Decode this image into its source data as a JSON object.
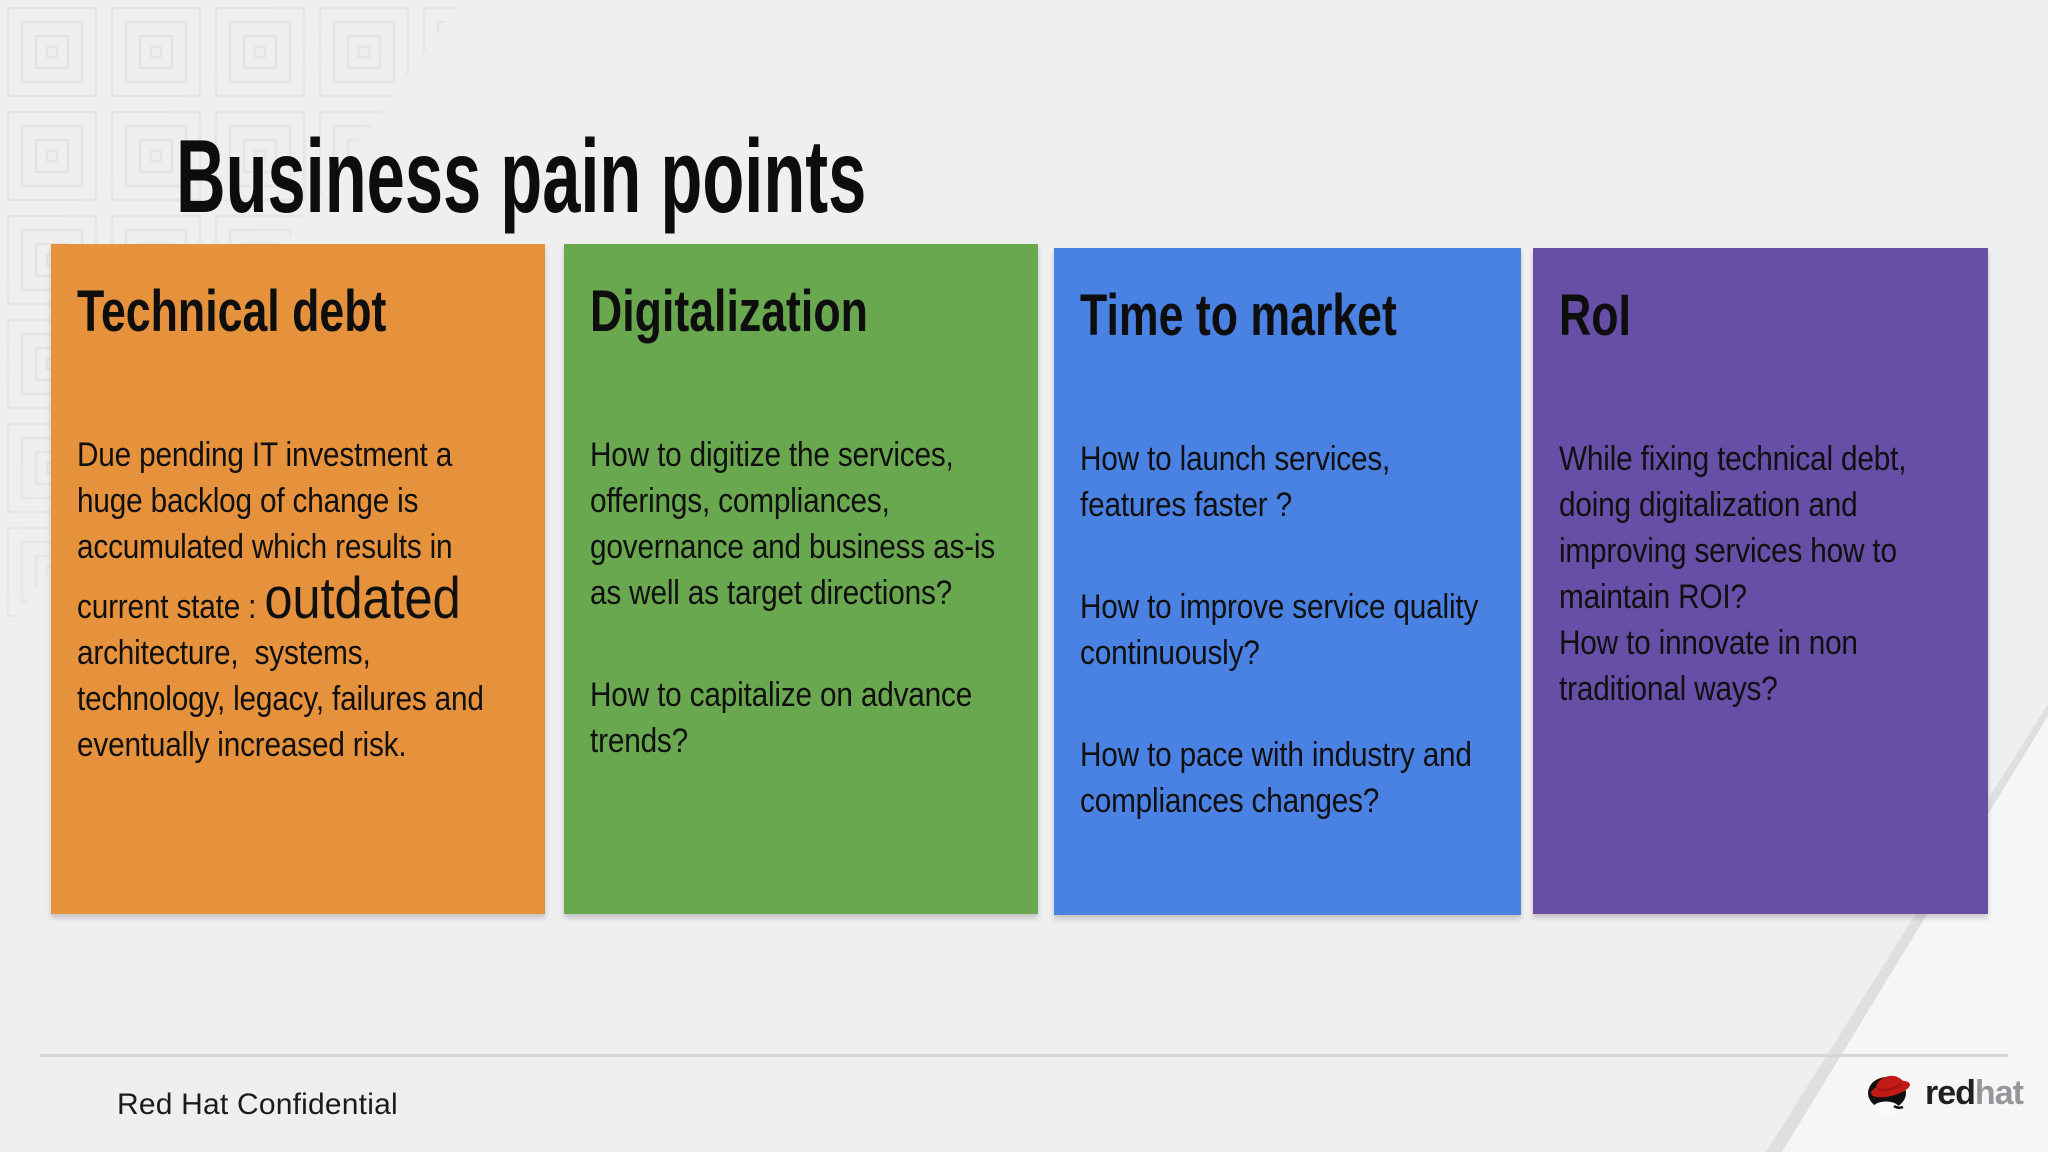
{
  "slide": {
    "title": "Business pain points",
    "footer": {
      "label": "Red Hat Confidential"
    },
    "logo": {
      "red": "red",
      "hat": "hat",
      "icon": "redhat-fedora-icon"
    },
    "colors": {
      "background": "#efeff0",
      "card_orange": "#e6913c",
      "card_green": "#6aa84f",
      "card_blue": "#4a82e4",
      "card_purple": "#674ea7",
      "logo_red": "#c21a16",
      "divider_gray": "#d6d6d8"
    },
    "cards": [
      {
        "id": "technical-debt",
        "title": "Technical debt",
        "body_before": "Due pending IT investment a huge backlog of change is accumulated which results in current state : ",
        "body_highlight": "outdated",
        "body_after": " architecture,  systems, technology, legacy, failures and eventually increased risk."
      },
      {
        "id": "digitalization",
        "title": "Digitalization",
        "paragraphs": [
          "How to digitize the services, offerings, compliances, governance and business as-is as well as target directions?",
          "How to capitalize on advance trends?"
        ]
      },
      {
        "id": "time-to-market",
        "title": "Time to market",
        "paragraphs": [
          "How to launch services, features faster ?",
          "How to improve service quality continuously?",
          "How to pace with industry and compliances changes?"
        ]
      },
      {
        "id": "roi",
        "title": "RoI",
        "paragraphs": [
          "While fixing technical debt, doing digitalization and improving services how to maintain ROI?",
          "How to innovate in non traditional ways?"
        ]
      }
    ]
  }
}
